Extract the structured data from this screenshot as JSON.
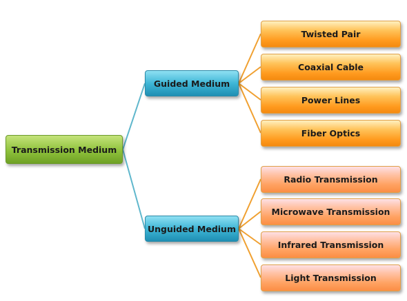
{
  "root": {
    "label": "Transmission Medium"
  },
  "guided": {
    "label": "Guided Medium",
    "children": [
      "Twisted Pair",
      "Coaxial Cable",
      "Power Lines",
      "Fiber Optics"
    ]
  },
  "unguided": {
    "label": "Unguided Medium",
    "children": [
      "Radio Transmission",
      "Microwave Transmission",
      "Infrared Transmission",
      "Light Transmission"
    ]
  },
  "colors": {
    "root_connector": "#5fb7cc",
    "leaf_connector": "#f0a030",
    "root_node": "#8fc23c",
    "mid_node": "#3fb6d6",
    "guided_leaf": "#ff9a1e",
    "unguided_leaf": "#fb8e45"
  }
}
